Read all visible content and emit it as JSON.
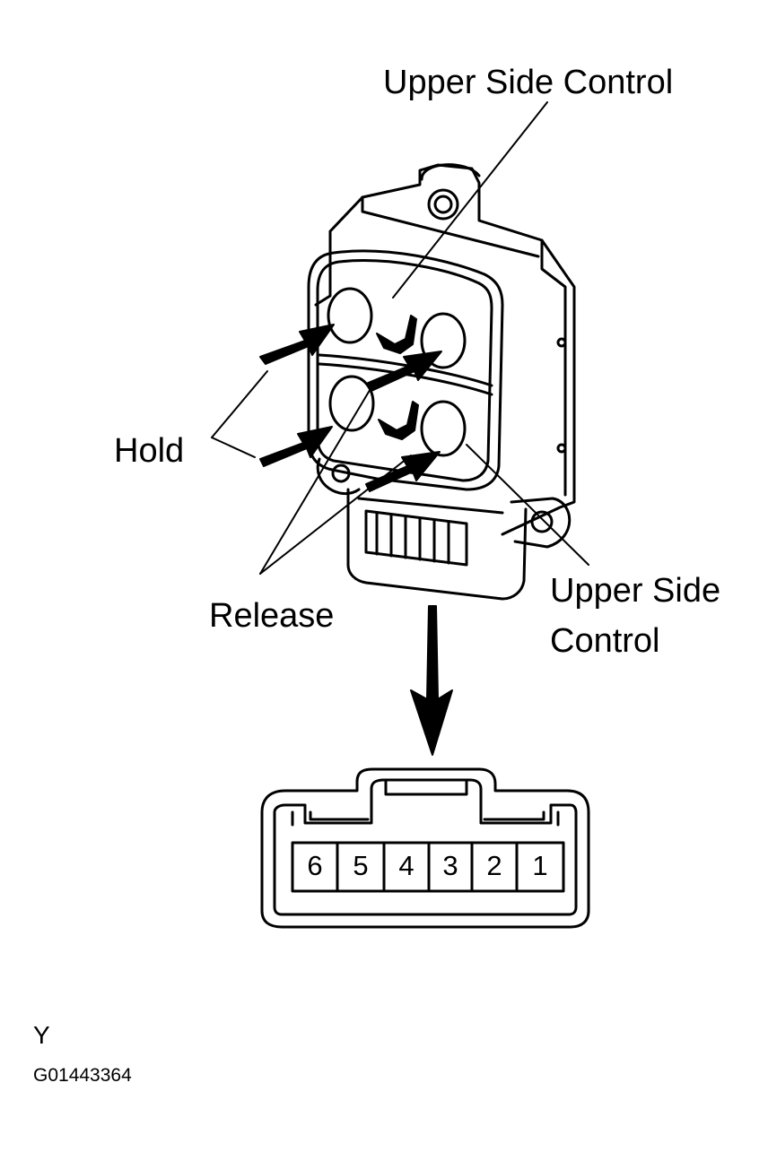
{
  "labels": {
    "upper_side_control_top": "Upper Side Control",
    "hold": "Hold",
    "release": "Release",
    "upper_side_control_right_line1": "Upper Side",
    "upper_side_control_right_line2": "Control",
    "view_letter": "Y",
    "figure_code": "G01443364"
  },
  "connector": {
    "pins": [
      "6",
      "5",
      "4",
      "3",
      "2",
      "1"
    ]
  },
  "colors": {
    "line": "#000000",
    "background": "#ffffff"
  }
}
